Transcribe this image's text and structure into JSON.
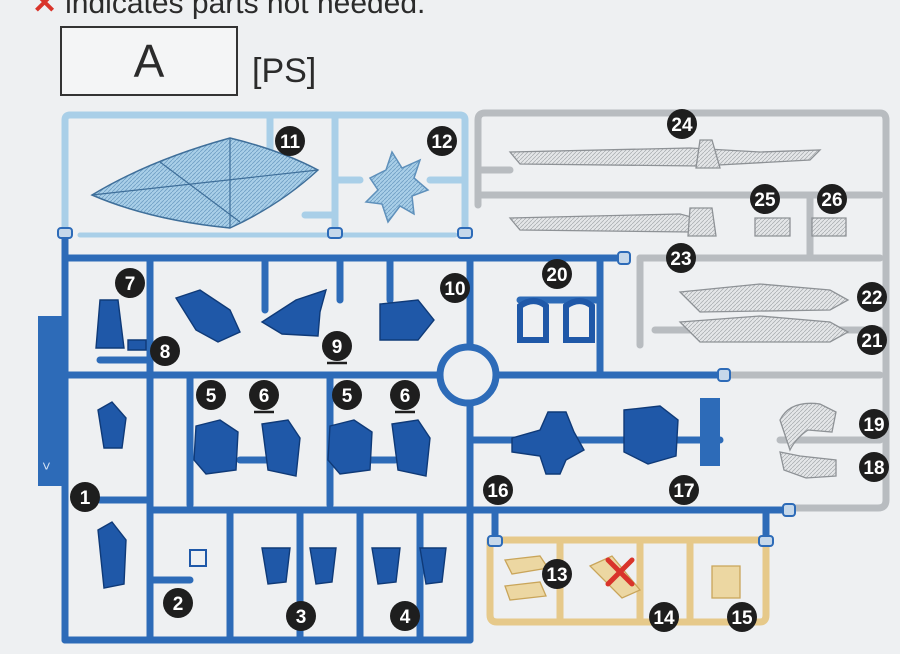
{
  "header": {
    "note_symbol": "✕",
    "note_text": "indicates parts not needed."
  },
  "runner": {
    "letter": "A",
    "type": "[PS]"
  },
  "gate_mark": "<",
  "colors": {
    "blue_runner": "#2d6bb8",
    "blue_part": "#1f58a8",
    "light_blue_runner": "#a9cfe8",
    "light_blue_part": "#8fbfe0",
    "grey_runner": "#b8bcc0",
    "gold_runner": "#e6c98a",
    "x_mark": "#d9342b",
    "badge": "#1e1e1e",
    "background": "#eef0f2"
  },
  "parts": [
    {
      "number": "1",
      "underlined": false
    },
    {
      "number": "2",
      "underlined": false
    },
    {
      "number": "3",
      "underlined": false
    },
    {
      "number": "4",
      "underlined": false
    },
    {
      "number": "5",
      "underlined": false
    },
    {
      "number": "5",
      "underlined": false
    },
    {
      "number": "6",
      "underlined": true
    },
    {
      "number": "6",
      "underlined": true
    },
    {
      "number": "7",
      "underlined": false
    },
    {
      "number": "8",
      "underlined": false
    },
    {
      "number": "9",
      "underlined": true
    },
    {
      "number": "10",
      "underlined": false
    },
    {
      "number": "11",
      "underlined": false
    },
    {
      "number": "12",
      "underlined": false
    },
    {
      "number": "13",
      "underlined": false
    },
    {
      "number": "14",
      "underlined": false
    },
    {
      "number": "15",
      "underlined": false
    },
    {
      "number": "16",
      "underlined": false
    },
    {
      "number": "17",
      "underlined": false
    },
    {
      "number": "18",
      "underlined": false
    },
    {
      "number": "19",
      "underlined": false
    },
    {
      "number": "20",
      "underlined": false
    },
    {
      "number": "21",
      "underlined": false
    },
    {
      "number": "22",
      "underlined": false
    },
    {
      "number": "23",
      "underlined": false
    },
    {
      "number": "24",
      "underlined": false
    },
    {
      "number": "25",
      "underlined": false
    },
    {
      "number": "26",
      "underlined": false
    }
  ]
}
